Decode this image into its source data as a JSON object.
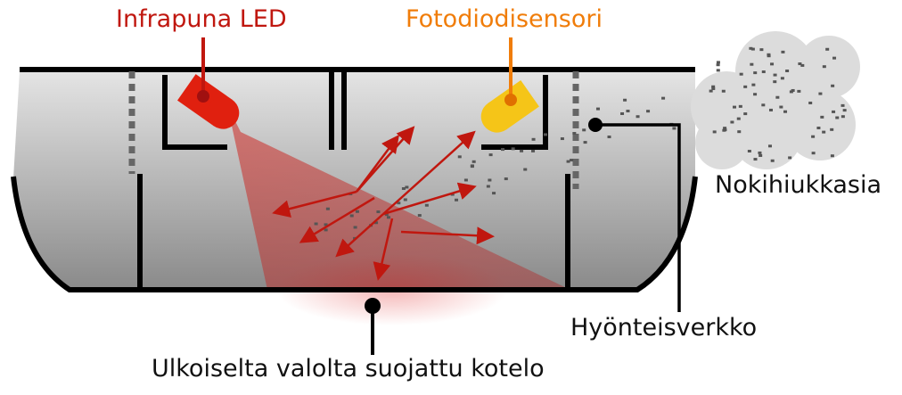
{
  "labels": {
    "led": "Infrapuna LED",
    "sensor": "Fotodiodisensori",
    "particles": "Nokihiukkasia",
    "mesh": "Hyönteisverkko",
    "housing": "Ulkoiselta valolta suojattu kotelo"
  },
  "colors": {
    "led": "#c0170f",
    "sensor": "#f07d0a",
    "text": "#111111"
  }
}
